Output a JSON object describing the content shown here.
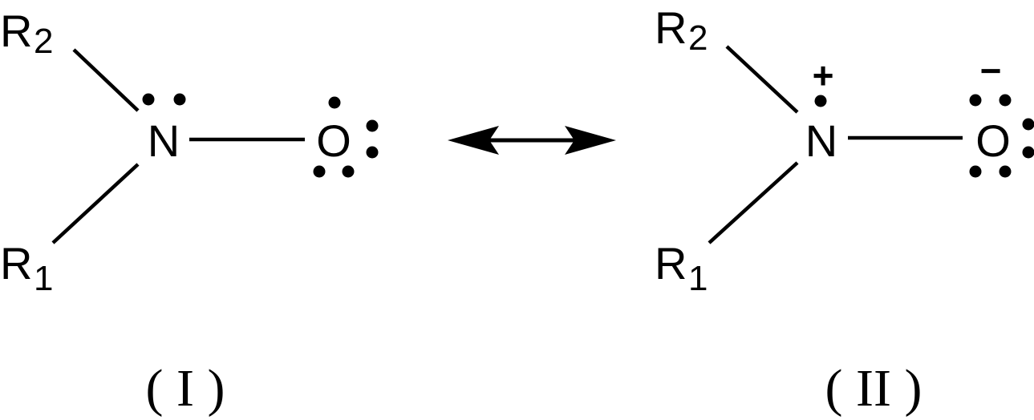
{
  "structures": [
    {
      "id": "I",
      "substituent_top": {
        "symbol": "R",
        "subscript": "2"
      },
      "substituent_bottom": {
        "symbol": "R",
        "subscript": "1"
      },
      "nitrogen": "N",
      "oxygen": "O",
      "nitrogen_charge": "",
      "oxygen_charge": "",
      "caption": "( I )"
    },
    {
      "id": "II",
      "substituent_top": {
        "symbol": "R",
        "subscript": "2"
      },
      "substituent_bottom": {
        "symbol": "R",
        "subscript": "1"
      },
      "nitrogen": "N",
      "oxygen": "O",
      "nitrogen_charge": "+",
      "oxygen_charge": "−",
      "caption": "( II )"
    }
  ],
  "arrow": {
    "type": "resonance",
    "symbol": "double-headed-arrow"
  },
  "colors": {
    "ink": "#000000",
    "background": "#ffffff"
  }
}
